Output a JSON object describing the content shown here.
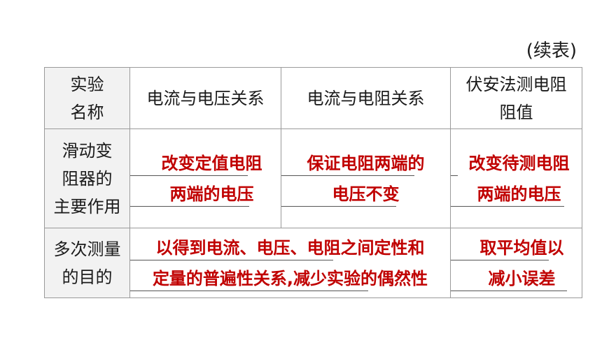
{
  "continued_label": "(续表)",
  "headers": {
    "col0": [
      "实验",
      "名称"
    ],
    "col1": "电流与电压关系",
    "col2": "电流与电阻关系",
    "col3": [
      "伏安法测电阻",
      "阻值"
    ]
  },
  "rows": [
    {
      "label": [
        "滑动变",
        "阻器的",
        "主要作用"
      ],
      "c1": [
        "改变定值电阻",
        "两端的电压"
      ],
      "c2": [
        "保证电阻两端的",
        "电压不变"
      ],
      "c3": [
        "改变待测电阻",
        "两端的电压"
      ]
    },
    {
      "label": [
        "多次测量",
        "的目的"
      ],
      "c12": [
        "以得到电流、电压、电阻之间定性和",
        "定量的普遍性关系,减少实验的偶然性"
      ],
      "c3": [
        "取平均值以",
        "减小误差"
      ]
    }
  ],
  "colors": {
    "answer": "#c00000",
    "border": "#9a9a9a",
    "header_bg": "#f2f2f2"
  }
}
